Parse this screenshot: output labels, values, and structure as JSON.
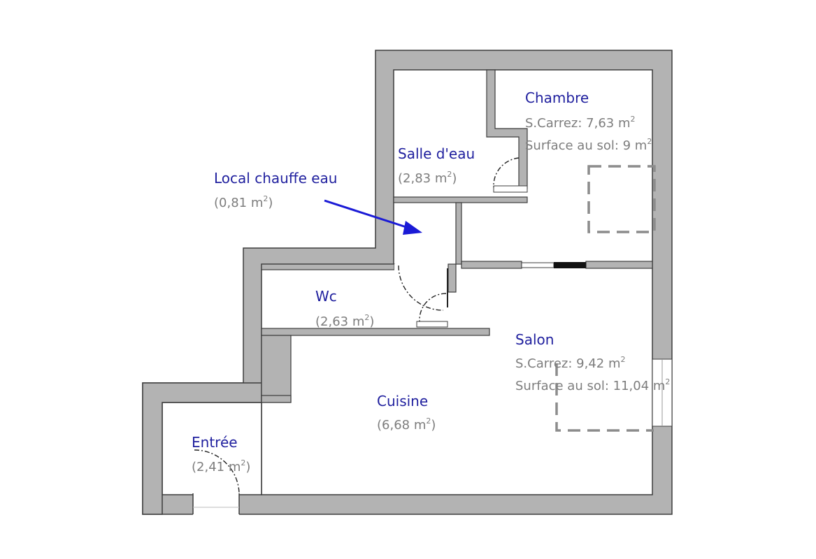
{
  "colors": {
    "wall": "#b3b3b3",
    "wall_stroke": "#3c3c3c",
    "room_name": "#1f1f9e",
    "area_text": "#7d7d7d",
    "arrow": "#1a1ad6",
    "dashed_outline": "#8c8c8c"
  },
  "icons": [
    "arrow-icon",
    "door-swing-icon",
    "window-icon",
    "dashed-bed-outline",
    "dashed-sofa-outline"
  ],
  "unit_sup": "2",
  "rooms": {
    "chambre": {
      "name": "Chambre",
      "carrez": "S.Carrez: 7,63 m",
      "sol": "Surface au sol: 9 m"
    },
    "salle_eau": {
      "name": "Salle d'eau",
      "area": "(2,83 m"
    },
    "local": {
      "name": "Local chauffe eau",
      "area": "(0,81 m"
    },
    "wc": {
      "name": "Wc",
      "area": "(2,63 m"
    },
    "salon": {
      "name": "Salon",
      "carrez": "S.Carrez: 9,42 m",
      "sol": "Surface au sol: 11,04 m"
    },
    "cuisine": {
      "name": "Cuisine",
      "area": "(6,68 m"
    },
    "entree": {
      "name": "Entrée",
      "area": "(2,41 m"
    }
  }
}
